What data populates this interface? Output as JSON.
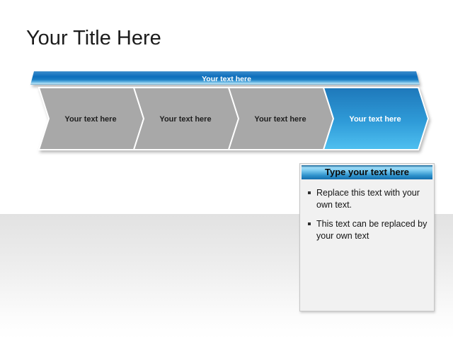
{
  "title": "Your Title Here",
  "diagram": {
    "banner": {
      "label": "Your text here"
    },
    "chevrons": [
      {
        "label": "Your text here",
        "state": "inactive"
      },
      {
        "label": "Your text here",
        "state": "inactive"
      },
      {
        "label": "Your text here",
        "state": "inactive"
      },
      {
        "label": "Your text here",
        "state": "active"
      }
    ]
  },
  "callout": {
    "header": "Type your text here",
    "bullets": [
      "Replace this text with your own text.",
      "This text can be replaced by your own text"
    ]
  },
  "colors": {
    "banner_blue": "#0d6ebc",
    "chevron_gray": "#a8a8a8",
    "active_chevron_top": "#1e78ba",
    "active_chevron_bottom": "#4fc0f0",
    "callout_header_blue": "#2f93cd",
    "background_band_gray": "#e2e2e2"
  }
}
